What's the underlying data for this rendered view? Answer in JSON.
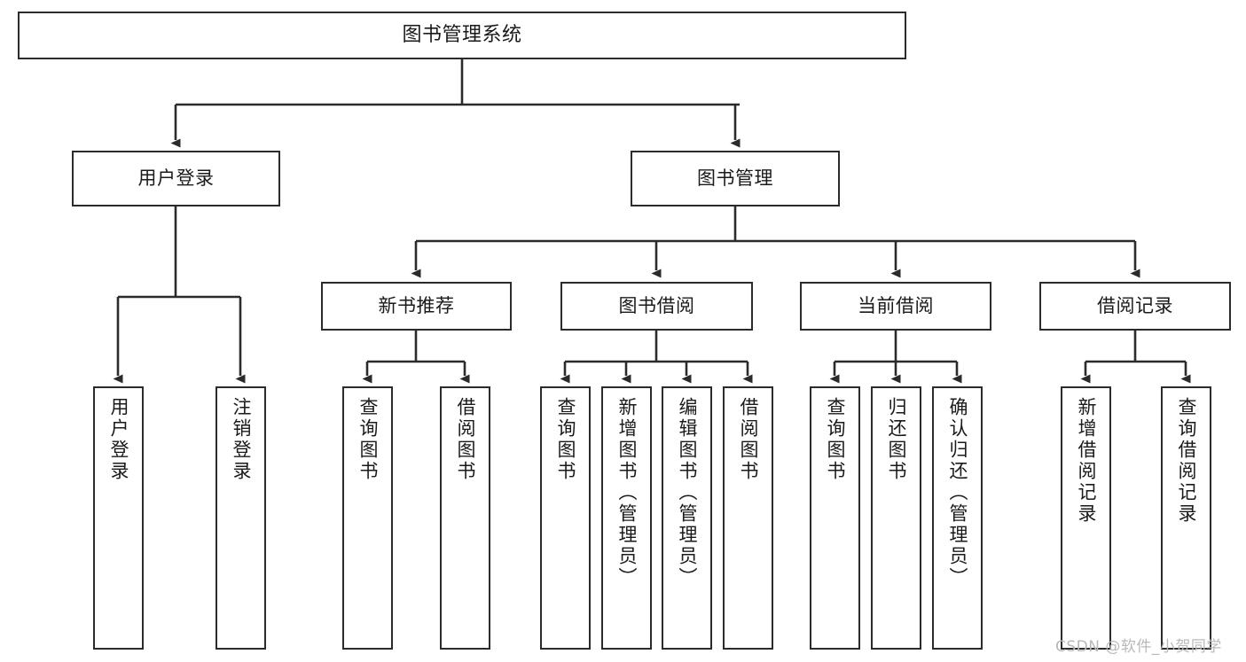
{
  "diagram": {
    "type": "tree-hierarchy",
    "title": "图书管理系统",
    "colors": {
      "background": "#ffffff",
      "box_border": "#2b2b2b",
      "box_fill": "#ffffff",
      "connector": "#2b2b2b",
      "text": "#1a1a1a",
      "watermark": "#b9b9b9"
    },
    "root": {
      "label": "图书管理系统"
    },
    "level1": [
      {
        "key": "user_login",
        "label": "用户登录"
      },
      {
        "key": "book_manage",
        "label": "图书管理"
      }
    ],
    "level2": [
      {
        "key": "new_book_rec",
        "label": "新书推荐",
        "parent": "book_manage"
      },
      {
        "key": "book_borrow",
        "label": "图书借阅",
        "parent": "book_manage"
      },
      {
        "key": "current_borrow",
        "label": "当前借阅",
        "parent": "book_manage"
      },
      {
        "key": "borrow_record",
        "label": "借阅记录",
        "parent": "book_manage"
      }
    ],
    "leaves": [
      {
        "key": "leaf_user_login",
        "label": "用户登录",
        "parent": "user_login"
      },
      {
        "key": "leaf_logout",
        "label": "注销登录",
        "parent": "user_login"
      },
      {
        "key": "leaf_query_book_a",
        "label": "查询图书",
        "parent": "new_book_rec"
      },
      {
        "key": "leaf_borrow_book_a",
        "label": "借阅图书",
        "parent": "new_book_rec"
      },
      {
        "key": "leaf_query_book_b",
        "label": "查询图书",
        "parent": "book_borrow"
      },
      {
        "key": "leaf_add_book",
        "label": "新增图书（管理员）",
        "parent": "book_borrow"
      },
      {
        "key": "leaf_edit_book",
        "label": "编辑图书（管理员）",
        "parent": "book_borrow"
      },
      {
        "key": "leaf_borrow_book_b",
        "label": "借阅图书",
        "parent": "book_borrow"
      },
      {
        "key": "leaf_query_book_c",
        "label": "查询图书",
        "parent": "current_borrow"
      },
      {
        "key": "leaf_return_book",
        "label": "归还图书",
        "parent": "current_borrow"
      },
      {
        "key": "leaf_confirm_return",
        "label": "确认归还（管理员）",
        "parent": "current_borrow"
      },
      {
        "key": "leaf_add_record",
        "label": "新增借阅记录",
        "parent": "borrow_record"
      },
      {
        "key": "leaf_query_record",
        "label": "查询借阅记录",
        "parent": "borrow_record"
      }
    ],
    "watermark": "CSDN @软件_小贺同学"
  }
}
